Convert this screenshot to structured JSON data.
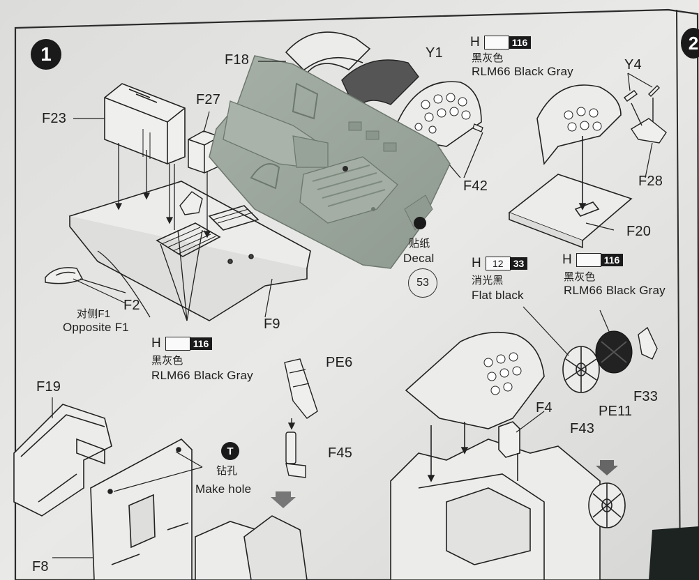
{
  "steps": {
    "step1": "1",
    "step2": "2"
  },
  "parts": {
    "f18": "F18",
    "y1": "Y1",
    "f23": "F23",
    "f27": "F27",
    "y4": "Y4",
    "f42": "F42",
    "f28": "F28",
    "f20": "F20",
    "f2": "F2",
    "f9": "F9",
    "pe6": "PE6",
    "f45": "F45",
    "f19": "F19",
    "f8": "F8",
    "f4": "F4",
    "f43": "F43",
    "pe11": "PE11",
    "f33": "F33"
  },
  "paint_callouts": [
    {
      "h": "H",
      "code": "",
      "code_dark": "116",
      "cn": "黑灰色",
      "en": "RLM66 Black Gray"
    },
    {
      "h": "H",
      "code": "12",
      "code_dark": "33",
      "cn": "消光黑",
      "en": "Flat black"
    },
    {
      "h": "H",
      "code": "",
      "code_dark": "116",
      "cn": "黑灰色",
      "en": "RLM66 Black Gray"
    },
    {
      "h": "H",
      "code": "",
      "code_dark": "116",
      "cn": "黑灰色",
      "en": "RLM66 Black Gray"
    }
  ],
  "decal": {
    "cn": "贴纸",
    "en": "Decal",
    "number": "53"
  },
  "opposite": {
    "cn": "对侧F1",
    "en": "Opposite F1"
  },
  "drill": {
    "badge": "T",
    "cn": "钻孔",
    "en": "Make hole"
  },
  "colors": {
    "paper": "#e7e7e5",
    "ink": "#1e1e1e",
    "resin": "#9aa59b",
    "resin_dark": "#7e8a80"
  }
}
